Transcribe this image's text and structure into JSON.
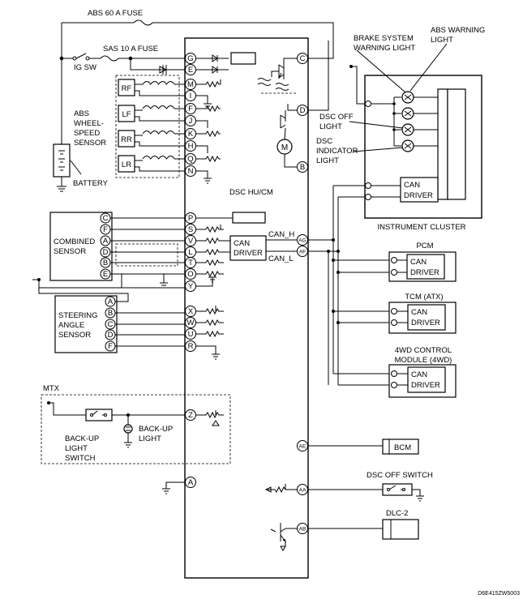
{
  "fuses": {
    "abs60": "ABS 60 A FUSE",
    "sas10": "SAS 10 A FUSE",
    "igsw": "IG SW"
  },
  "battery": "BATTERY",
  "abs_sensor": {
    "lines": [
      "ABS",
      "WHEEL-",
      "SPEED",
      "SENSOR"
    ],
    "wheels": [
      "RF",
      "LF",
      "RR",
      "LR"
    ]
  },
  "module": {
    "name": "DSC HU/CM",
    "can_h": "CAN_H",
    "can_l": "CAN_L"
  },
  "can_driver": [
    "CAN",
    "DRIVER"
  ],
  "cluster": {
    "name": "INSTRUMENT CLUSTER",
    "brake_light": [
      "BRAKE SYSTEM",
      "WARNING LIGHT"
    ],
    "abs_light": [
      "ABS WARNING",
      "LIGHT"
    ],
    "dsc_off_light": [
      "DSC OFF",
      "LIGHT"
    ],
    "dsc_ind_light": [
      "DSC",
      "INDICATOR",
      "LIGHT"
    ]
  },
  "combined_sensor": {
    "lines": [
      "COMBINED",
      "SENSOR"
    ],
    "pins": [
      "C",
      "F",
      "A",
      "D",
      "B",
      "E"
    ]
  },
  "steering_sensor": {
    "lines": [
      "STEERING",
      "ANGLE",
      "SENSOR"
    ],
    "pins": [
      "A",
      "B",
      "C",
      "D",
      "F"
    ]
  },
  "mtx": {
    "label": "MTX",
    "switch": [
      "BACK-UP",
      "LIGHT",
      "SWITCH"
    ],
    "light": [
      "BACK-UP",
      "LIGHT"
    ]
  },
  "modules": {
    "pcm": "PCM",
    "tcm": "TCM (ATX)",
    "fourwd": [
      "4WD CONTROL",
      "MODULE (4WD)"
    ],
    "bcm": "BCM",
    "dsc_off_switch": "DSC OFF SWITCH",
    "dlc": "DLC-2"
  },
  "hu_pins_left": [
    "G",
    "E",
    "M",
    "I",
    "F",
    "J",
    "K",
    "H",
    "Q",
    "N",
    "P",
    "S",
    "V",
    "L",
    "T",
    "O",
    "Y",
    "X",
    "W",
    "U",
    "R",
    "Z",
    "A"
  ],
  "hu_pins_right": [
    "C",
    "D",
    "B",
    "AG",
    "AF",
    "AE",
    "AA",
    "AB"
  ],
  "footer_code": "D6E415ZW5003"
}
